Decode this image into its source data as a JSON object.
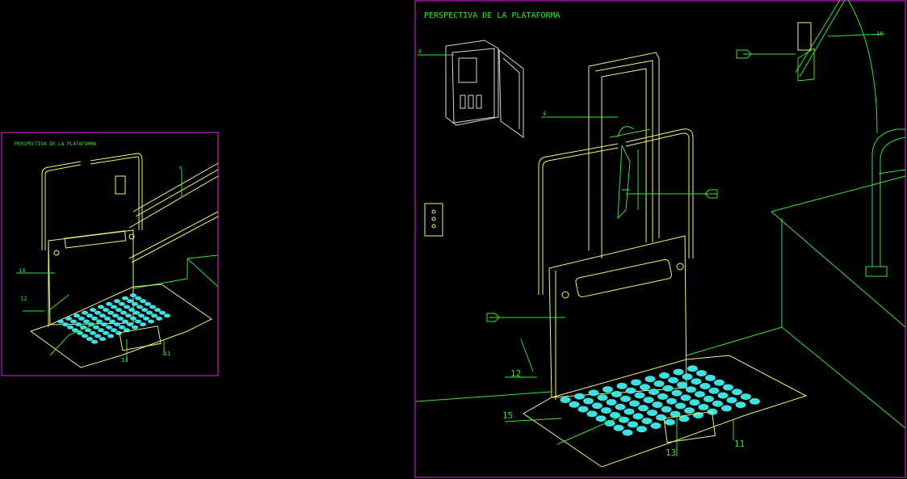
{
  "left_view": {
    "title": "PERSPECTIVA DE LA PLATAFORMA",
    "callouts": [
      "6",
      "14",
      "12",
      "13",
      "11"
    ]
  },
  "right_view": {
    "title": "PERSPECTIVA DE LA PLATAFORMA",
    "callouts": [
      "6",
      "4",
      "16",
      "12",
      "15",
      "13",
      "11"
    ]
  },
  "colors": {
    "background": "#000000",
    "frame": "#c020c0",
    "platform_lines": "#f3f37a",
    "annotation_lines": "#3be23b",
    "tread_studs": "#40e0e0",
    "control_box": "#d8d8d8"
  }
}
